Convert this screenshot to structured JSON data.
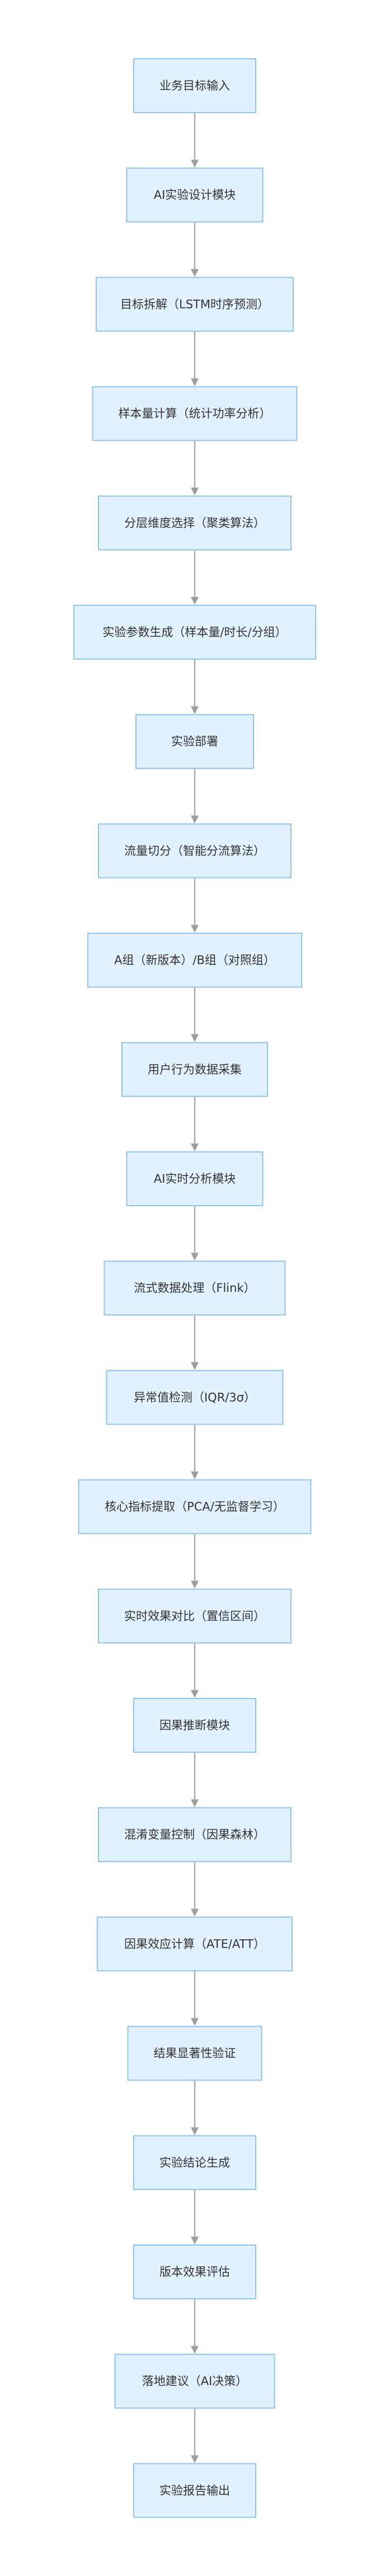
{
  "diagram": {
    "type": "flowchart",
    "direction": "top-to-bottom",
    "colors": {
      "node_fill": "#e1f1fd",
      "node_border": "#8ec4f0",
      "edge": "#a8a8a8",
      "text": "#333333"
    },
    "nodes": [
      {
        "id": "n1",
        "label": "业务目标输入"
      },
      {
        "id": "n2",
        "label": "AI实验设计模块"
      },
      {
        "id": "n3",
        "label": "目标拆解（LSTM时序预测）"
      },
      {
        "id": "n4",
        "label": "样本量计算（统计功率分析）"
      },
      {
        "id": "n5",
        "label": "分层维度选择（聚类算法）"
      },
      {
        "id": "n6",
        "label": "实验参数生成（样本量/时长/分组）"
      },
      {
        "id": "n7",
        "label": "实验部署"
      },
      {
        "id": "n8",
        "label": "流量切分（智能分流算法）"
      },
      {
        "id": "n9",
        "label": "A组（新版本）/B组（对照组）"
      },
      {
        "id": "n10",
        "label": "用户行为数据采集"
      },
      {
        "id": "n11",
        "label": "AI实时分析模块"
      },
      {
        "id": "n12",
        "label": "流式数据处理（Flink）"
      },
      {
        "id": "n13",
        "label": "异常值检测（IQR/3σ）"
      },
      {
        "id": "n14",
        "label": "核心指标提取（PCA/无监督学习）"
      },
      {
        "id": "n15",
        "label": "实时效果对比（置信区间）"
      },
      {
        "id": "n16",
        "label": "因果推断模块"
      },
      {
        "id": "n17",
        "label": "混淆变量控制（因果森林）"
      },
      {
        "id": "n18",
        "label": "因果效应计算（ATE/ATT）"
      },
      {
        "id": "n19",
        "label": "结果显著性验证"
      },
      {
        "id": "n20",
        "label": "实验结论生成"
      },
      {
        "id": "n21",
        "label": "版本效果评估"
      },
      {
        "id": "n22",
        "label": "落地建议（AI决策）"
      },
      {
        "id": "n23",
        "label": "实验报告输出"
      }
    ],
    "edges": [
      {
        "from": "n1",
        "to": "n2"
      },
      {
        "from": "n2",
        "to": "n3"
      },
      {
        "from": "n3",
        "to": "n4"
      },
      {
        "from": "n4",
        "to": "n5"
      },
      {
        "from": "n5",
        "to": "n6"
      },
      {
        "from": "n6",
        "to": "n7"
      },
      {
        "from": "n7",
        "to": "n8"
      },
      {
        "from": "n8",
        "to": "n9"
      },
      {
        "from": "n9",
        "to": "n10"
      },
      {
        "from": "n10",
        "to": "n11"
      },
      {
        "from": "n11",
        "to": "n12"
      },
      {
        "from": "n12",
        "to": "n13"
      },
      {
        "from": "n13",
        "to": "n14"
      },
      {
        "from": "n14",
        "to": "n15"
      },
      {
        "from": "n15",
        "to": "n16"
      },
      {
        "from": "n16",
        "to": "n17"
      },
      {
        "from": "n17",
        "to": "n18"
      },
      {
        "from": "n18",
        "to": "n19"
      },
      {
        "from": "n19",
        "to": "n20"
      },
      {
        "from": "n20",
        "to": "n21"
      },
      {
        "from": "n21",
        "to": "n22"
      },
      {
        "from": "n22",
        "to": "n23"
      }
    ]
  }
}
